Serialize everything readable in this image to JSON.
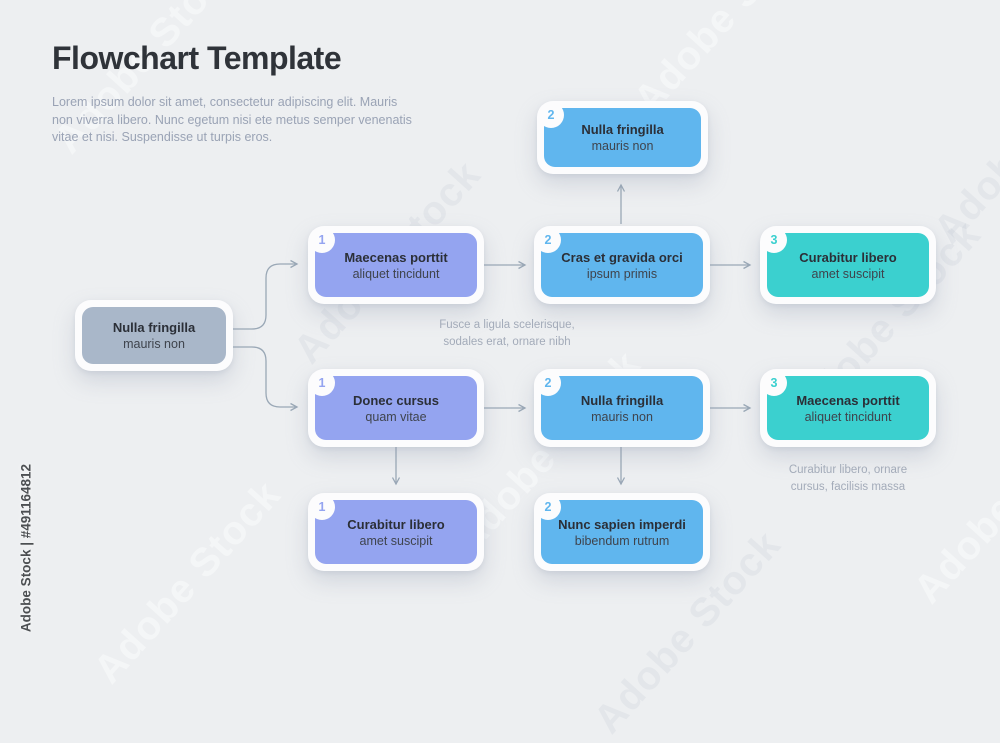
{
  "page": {
    "title": "Flowchart Template",
    "description_lines": [
      "Lorem ipsum dolor sit amet, consectetur adipiscing elit. Mauris",
      "non viverra libero. Nunc egetum nisi ete metus semper venenatis",
      "vitae et nisi. Suspendisse ut turpis eros."
    ]
  },
  "watermark": {
    "label": "Adobe Stock | #491164812",
    "pattern_text": "Adobe Stock"
  },
  "colors": {
    "background": "#edeff1",
    "card": "#fcfcfd",
    "purple": "#94a4f0",
    "blue": "#60b6ee",
    "teal": "#3bd0cf",
    "gray": "#a9b7c9",
    "arrow": "#9aa8b6",
    "caption_text": "#a3abb9",
    "title_text": "#2f3339"
  },
  "nodes": [
    {
      "id": "start",
      "number": "",
      "title": "Nulla fringilla",
      "subtitle": "mauris non"
    },
    {
      "id": "top",
      "number": "2",
      "title": "Nulla fringilla",
      "subtitle": "mauris non"
    },
    {
      "id": "r1c1",
      "number": "1",
      "title": "Maecenas porttit",
      "subtitle": "aliquet tincidunt"
    },
    {
      "id": "r1c2",
      "number": "2",
      "title": "Cras et gravida orci",
      "subtitle": "ipsum primis"
    },
    {
      "id": "r1c3",
      "number": "3",
      "title": "Curabitur libero",
      "subtitle": "amet suscipit"
    },
    {
      "id": "r2c1",
      "number": "1",
      "title": "Donec cursus",
      "subtitle": "quam vitae"
    },
    {
      "id": "r2c2",
      "number": "2",
      "title": "Nulla fringilla",
      "subtitle": "mauris non"
    },
    {
      "id": "r2c3",
      "number": "3",
      "title": "Maecenas porttit",
      "subtitle": "aliquet tincidunt"
    },
    {
      "id": "r3c1",
      "number": "1",
      "title": "Curabitur libero",
      "subtitle": "amet suscipit"
    },
    {
      "id": "r3c2",
      "number": "2",
      "title": "Nunc sapien imperdi",
      "subtitle": "bibendum rutrum"
    }
  ],
  "captions": [
    {
      "line1": "Fusce a ligula scelerisque,",
      "line2": "sodales erat, ornare nibh"
    },
    {
      "line1": "Curabitur libero, ornare",
      "line2": "cursus, facilisis massa"
    }
  ]
}
